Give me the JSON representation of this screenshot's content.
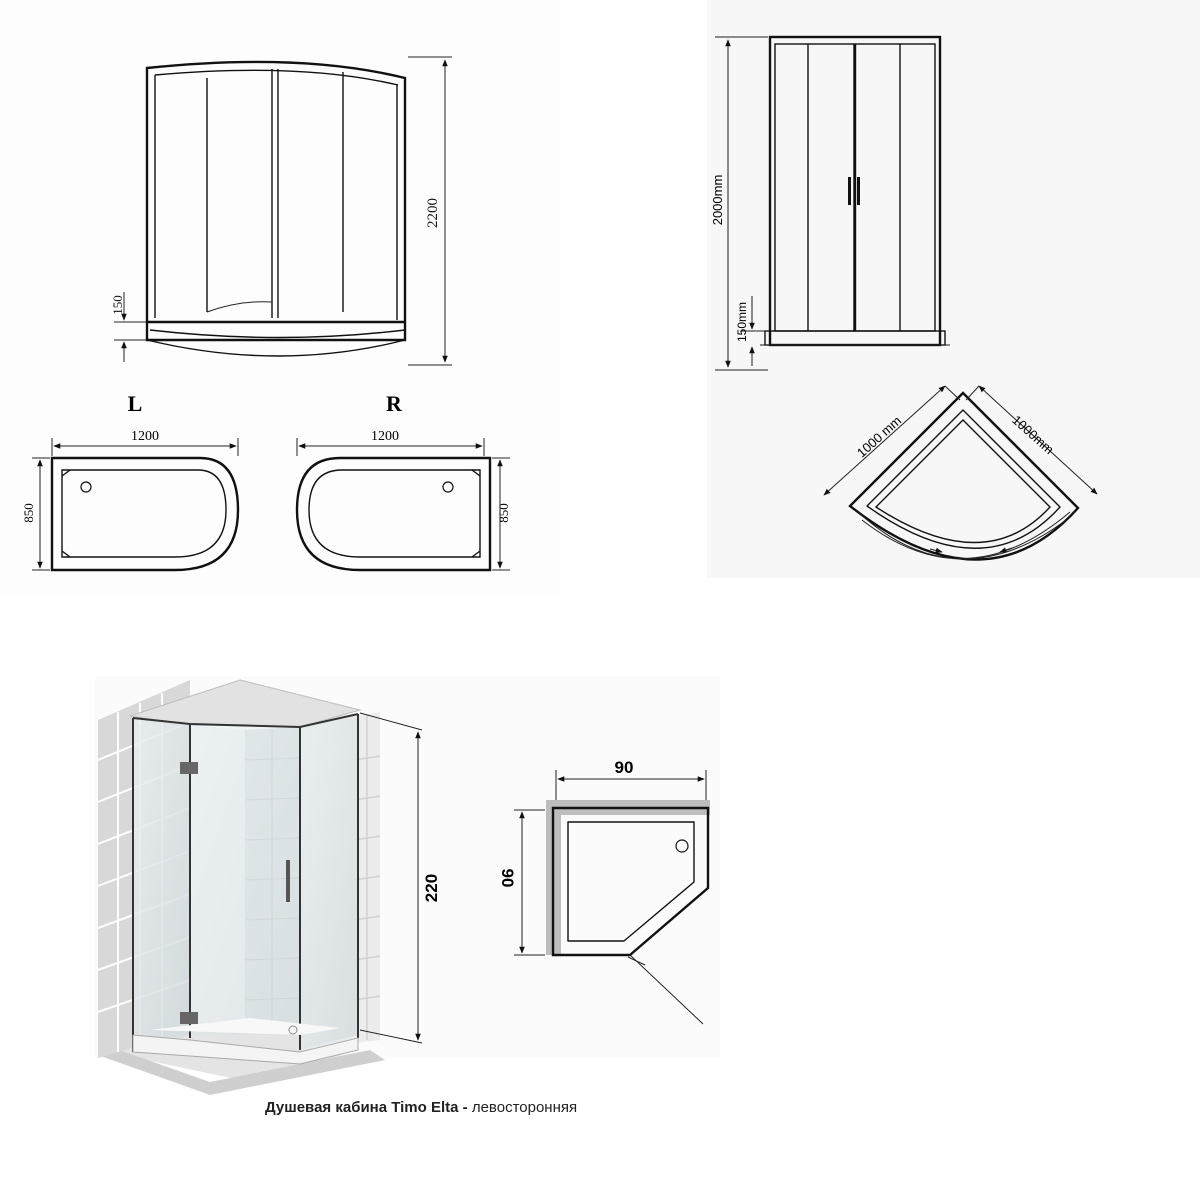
{
  "panel1": {
    "height_total": "2200",
    "height_tray": "150",
    "plan_left": {
      "letter": "L",
      "width": "1200",
      "depth": "850"
    },
    "plan_right": {
      "letter": "R",
      "width": "1200",
      "depth": "850"
    }
  },
  "panel2": {
    "height_total": "2000mm",
    "height_tray": "150mm",
    "side_a": "1000 mm",
    "side_b": "1000mm"
  },
  "panel3": {
    "height": "220",
    "plan_width": "90",
    "plan_depth": "90",
    "caption_main": "Душевая кабина Timo Elta - ",
    "caption_side": "левосторонняя"
  }
}
